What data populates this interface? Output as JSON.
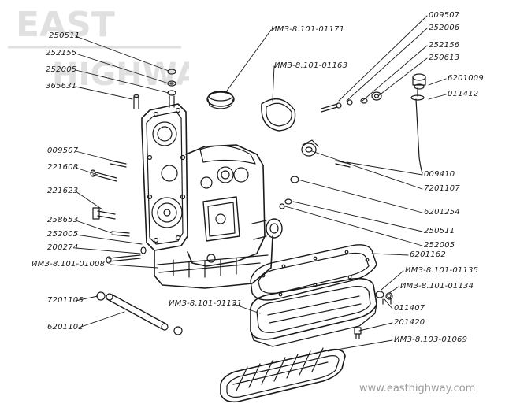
{
  "watermark": {
    "logo_text_1": "EAST",
    "logo_text_2": "HIGHWAY",
    "url": "www.easthighway.com"
  },
  "labels": {
    "l250511a": "250511",
    "l252155": "252155",
    "l252005a": "252005",
    "l365631": "365631",
    "l009507a": "009507",
    "l221608": "221608",
    "l221623": "221623",
    "l258653": "258653",
    "l252005b": "252005",
    "l200274": "200274",
    "limz1008": "ИМЗ-8.101-01008",
    "l7201105": "7201105",
    "l6201102": "6201102",
    "limz1171": "ИМЗ-8.101-01171",
    "limz1163": "ИМЗ-8.101-01163",
    "l009507b": "009507",
    "l252006": "252006",
    "l252156": "252156",
    "l250613": "250613",
    "l6201009": "6201009",
    "l011412": "011412",
    "l009410": "009410",
    "l7201107": "7201107",
    "l6201254": "6201254",
    "l250511b": "250511",
    "l252005c": "252005",
    "l6201162": "6201162",
    "limz1135": "ИМЗ-8.101-01135",
    "limz1134": "ИМЗ-8.101-01134",
    "l011407": "011407",
    "l201420": "201420",
    "limz1069": "ИМЗ-8.103-01069",
    "limz1131": "ИМЗ-8.101-01131"
  }
}
